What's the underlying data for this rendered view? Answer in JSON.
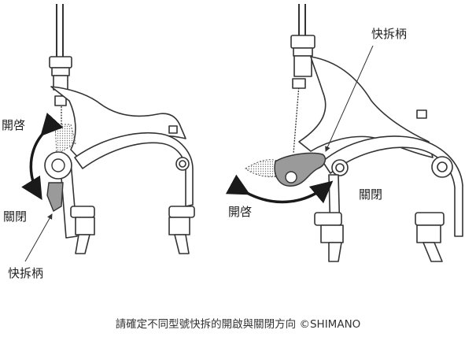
{
  "left_brake": {
    "label_open": "開啓",
    "label_close": "關閉",
    "label_lever": "快拆柄"
  },
  "right_brake": {
    "label_lever": "快拆柄",
    "label_close": "關閉",
    "label_open": "開啓"
  },
  "caption": "請確定不同型號快拆的開啟與關閉方向 ©SHIMANO",
  "colors": {
    "line": "#333333",
    "arrow": "#1a1a1a",
    "lever_fill": "#9a9a9a",
    "ghost_fill": "#bdbdbd"
  }
}
